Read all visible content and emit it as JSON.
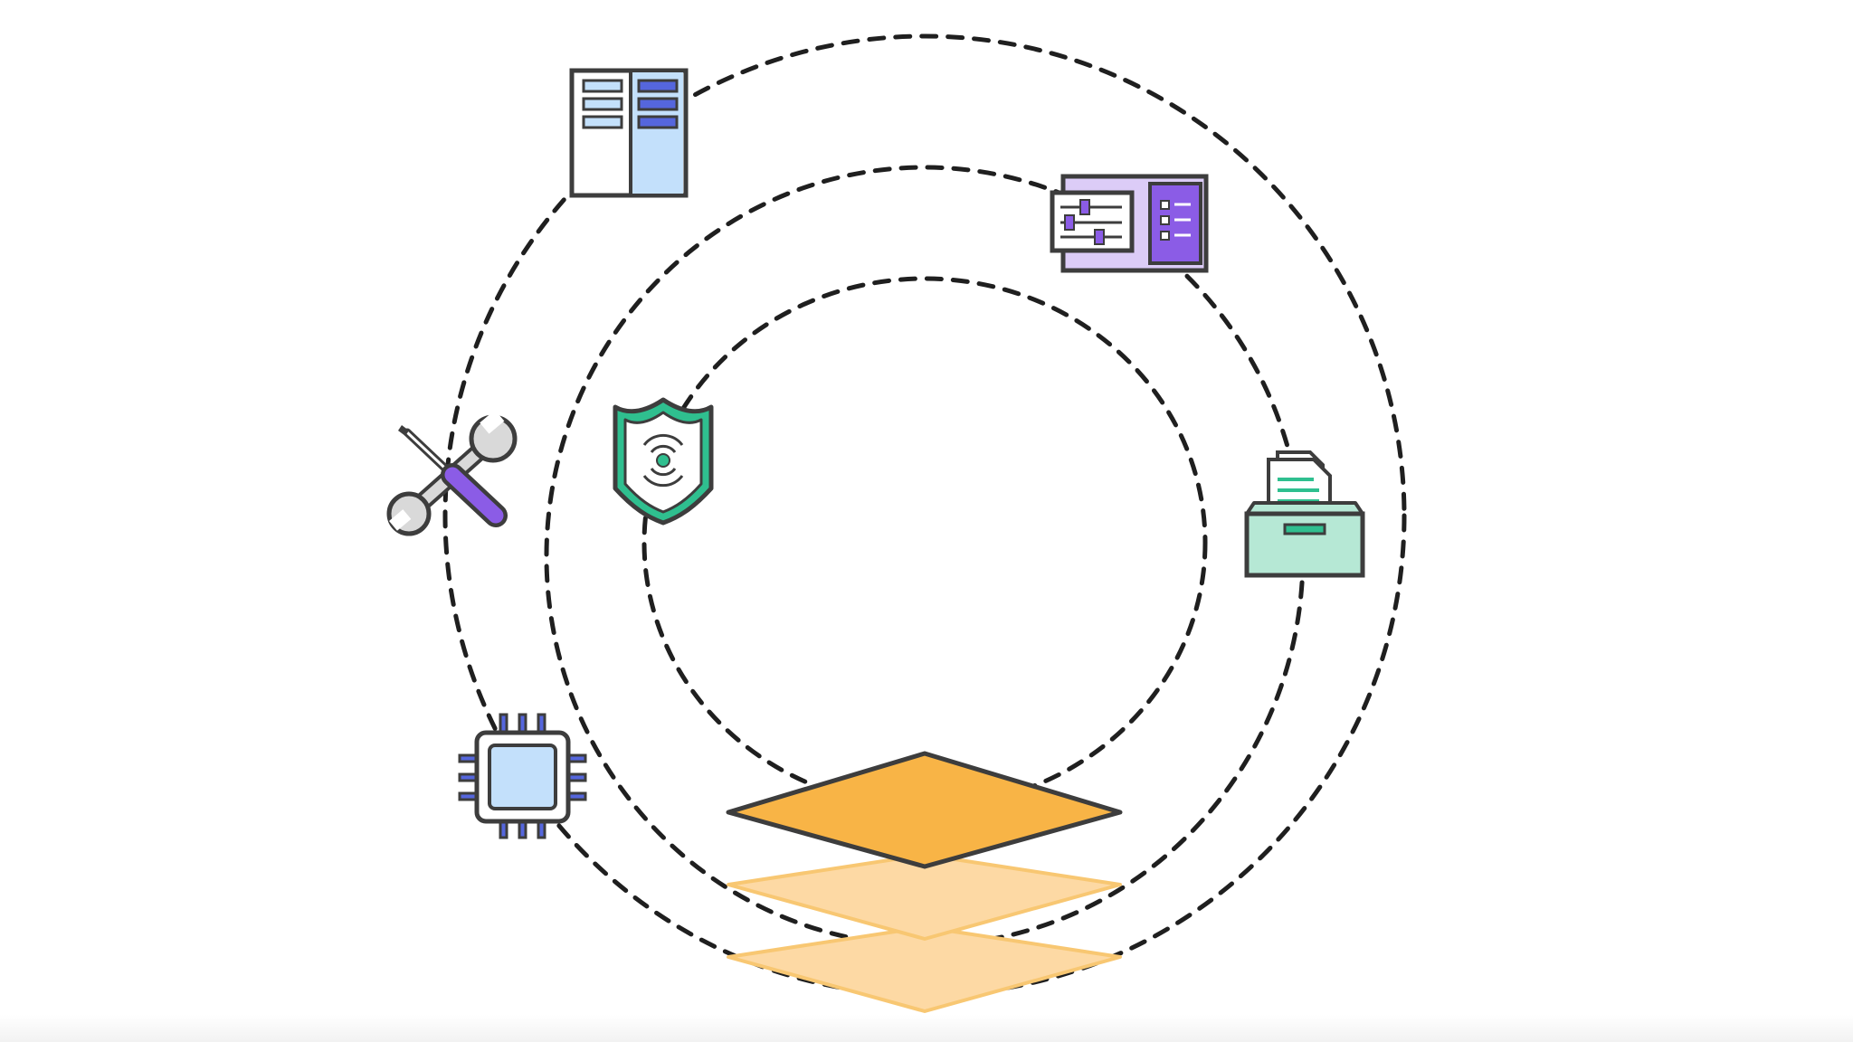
{
  "diagram": {
    "rings": [
      "outer-ring",
      "middle-ring",
      "inner-ring"
    ],
    "icons": {
      "server": "server-rack-icon",
      "control_panel": "control-panel-icon",
      "tools": "wrench-screwdriver-icon",
      "shield": "security-shield-icon",
      "file_box": "file-archive-box-icon",
      "chip": "cpu-chip-icon",
      "layers": "stacked-layers-icon"
    },
    "colors": {
      "ring": "#1f1f1f",
      "outline": "#3d3d3d",
      "orange": "#f8b446",
      "orange_light": "#fdd9a4",
      "purple": "#8b5ce6",
      "purple_light": "#dcccf7",
      "blue_light": "#c3e0fb",
      "blue_dark": "#5566dd",
      "green": "#2fbf8f",
      "green_light": "#b6e8d5"
    }
  }
}
